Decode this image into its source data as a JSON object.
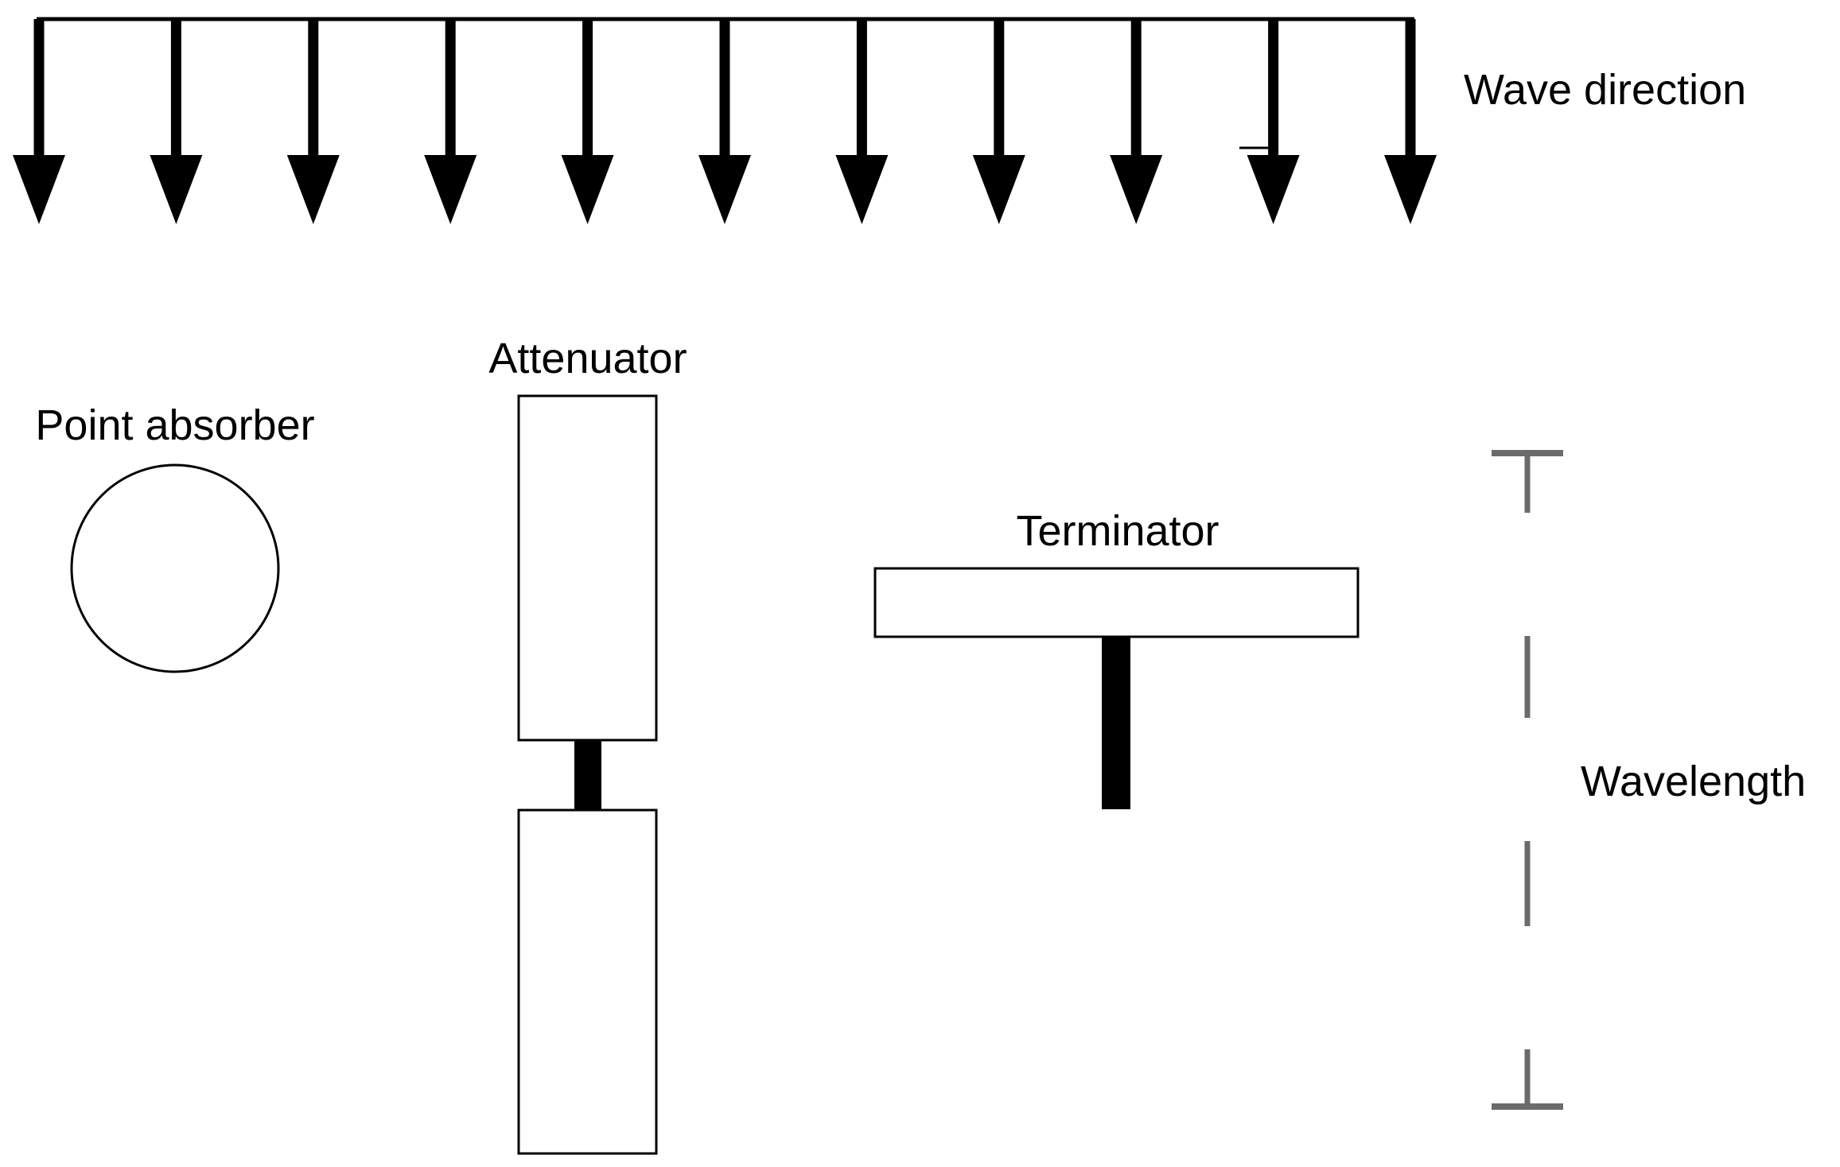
{
  "labels": {
    "wave_direction": "Wave direction",
    "point_absorber": "Point absorber",
    "attenuator": "Attenuator",
    "terminator": "Terminator",
    "wavelength": "Wavelength"
  },
  "colors": {
    "line": "#000000",
    "wavelength_marker": "#6b6b6b",
    "background": "#ffffff"
  },
  "icons": {
    "wave_arrows": "down-arrow-icon",
    "wavelength_marker": "dimension-bracket-icon"
  }
}
